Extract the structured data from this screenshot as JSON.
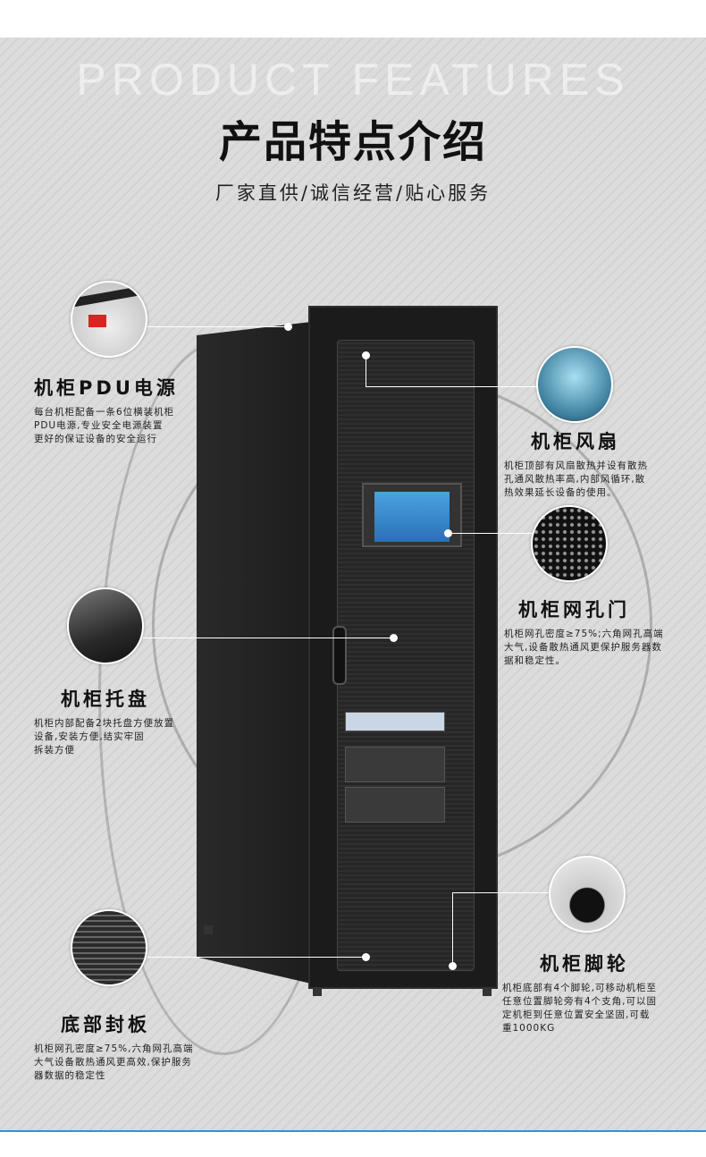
{
  "header": {
    "ghost_text": "PRODUCT FEATURES",
    "title": "产品特点介绍",
    "subtitle": "厂家直供/诚信经营/贴心服务"
  },
  "features": [
    {
      "name": "机柜PDU电源",
      "desc": [
        "每台机柜配备一条6位横装机柜",
        "PDU电源,专业安全电源装置",
        "更好的保证设备的安全运行"
      ],
      "icon": "pdu-icon"
    },
    {
      "name": "机柜风扇",
      "desc": [
        "机柜顶部有风扇散热并设有散热",
        "孔通风散热率高,内部风循环,散",
        "热效果延长设备的使用。"
      ],
      "icon": "fan-icon"
    },
    {
      "name": "机柜网孔门",
      "desc": [
        "机柜网孔密度≥75%;六角网孔高端",
        "大气,设备散热通风更保护服务器数",
        "据和稳定性。"
      ],
      "icon": "mesh-icon"
    },
    {
      "name": "机柜托盘",
      "desc": [
        "机柜内部配备2块托盘方便放置",
        "设备,安装方便,结实牢固",
        "拆装方便"
      ],
      "icon": "tray-icon"
    },
    {
      "name": "机柜脚轮",
      "desc": [
        "机柜底部有4个脚轮,可移动机柜至",
        "任意位置脚轮旁有4个支角,可以固",
        "定机柜到任意位置安全坚固,可载",
        "重1000KG"
      ],
      "icon": "caster-wheel-icon"
    },
    {
      "name": "底部封板",
      "desc": [
        "机柜网孔密度≥75%,六角网孔高端",
        "大气设备散热通风更高效,保护服务",
        "器数据的稳定性"
      ],
      "icon": "bottom-plate-icon"
    }
  ]
}
